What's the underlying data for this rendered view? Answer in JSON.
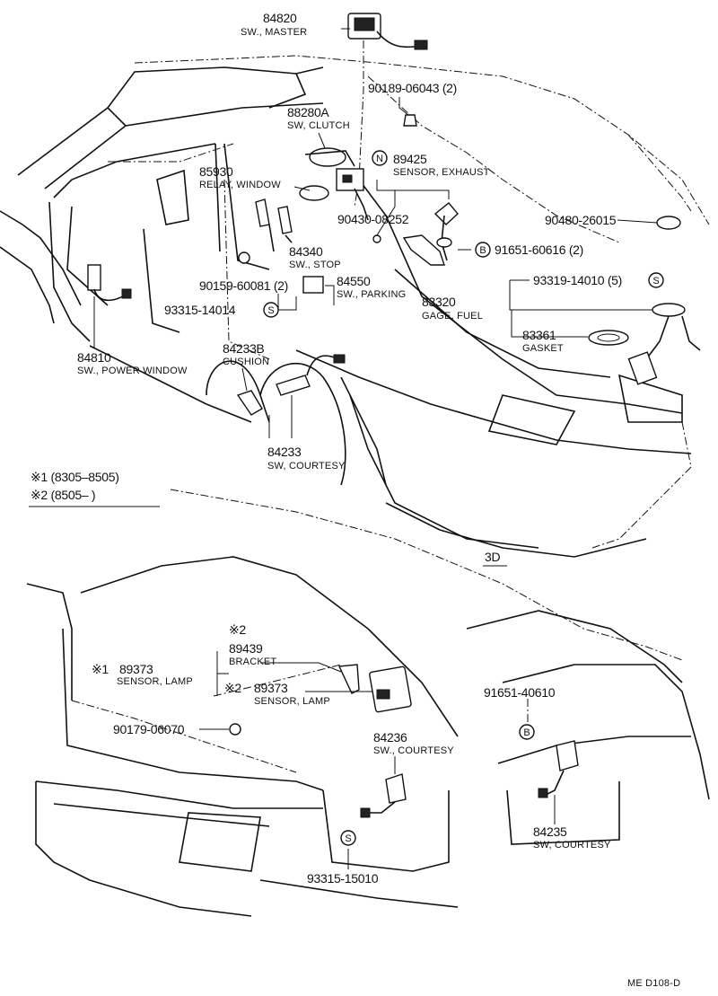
{
  "legend": {
    "note1": "※1 (8305–8505)",
    "note2": "※2 (8505–        )"
  },
  "section_label": "3D",
  "footer_code": "ME  D108-D",
  "callouts": [
    {
      "id": "84820",
      "part_no": "84820",
      "name": "SW., MASTER"
    },
    {
      "id": "90189",
      "part_no": "90189-06043 (2)",
      "name": ""
    },
    {
      "id": "88280A",
      "part_no": "88280A",
      "name": "SW, CLUTCH"
    },
    {
      "id": "89425",
      "part_no": "89425",
      "name": "SENSOR, EXHAUST"
    },
    {
      "id": "85930",
      "part_no": "85930",
      "name": "RELAY, WINDOW"
    },
    {
      "id": "90430",
      "part_no": "90430-08252",
      "name": ""
    },
    {
      "id": "90480",
      "part_no": "90480-26015",
      "name": ""
    },
    {
      "id": "91651a",
      "part_no": "91651-60616 (2)",
      "name": ""
    },
    {
      "id": "84340",
      "part_no": "84340",
      "name": "SW., STOP"
    },
    {
      "id": "90159",
      "part_no": "90159-60081 (2)",
      "name": ""
    },
    {
      "id": "84550",
      "part_no": "84550",
      "name": "SW., PARKING"
    },
    {
      "id": "93319",
      "part_no": "93319-14010 (5)",
      "name": ""
    },
    {
      "id": "83320",
      "part_no": "83320",
      "name": "GAGE, FUEL"
    },
    {
      "id": "93315a",
      "part_no": "93315-14014",
      "name": ""
    },
    {
      "id": "83361",
      "part_no": "83361",
      "name": "GASKET"
    },
    {
      "id": "84810",
      "part_no": "84810",
      "name": "SW., POWER  WINDOW"
    },
    {
      "id": "84233B",
      "part_no": "84233B",
      "name": "CUSHION"
    },
    {
      "id": "84233",
      "part_no": "84233",
      "name": "SW, COURTESY"
    },
    {
      "id": "89439",
      "part_no": "89439",
      "name": "BRACKET"
    },
    {
      "id": "89373a",
      "part_no": "89373",
      "name": "SENSOR, LAMP"
    },
    {
      "id": "89373b",
      "part_no": "89373",
      "name": "SENSOR, LAMP"
    },
    {
      "id": "90179",
      "part_no": "90179-06070",
      "name": ""
    },
    {
      "id": "91651b",
      "part_no": "91651-40610",
      "name": ""
    },
    {
      "id": "84236",
      "part_no": "84236",
      "name": "SW., COURTESY"
    },
    {
      "id": "84235",
      "part_no": "84235",
      "name": "SW, COURTESY"
    },
    {
      "id": "93315b",
      "part_no": "93315-15010",
      "name": ""
    }
  ],
  "markers": {
    "s": "S",
    "b": "B",
    "n2": "N",
    "x1": "※1",
    "x2": "※2"
  }
}
